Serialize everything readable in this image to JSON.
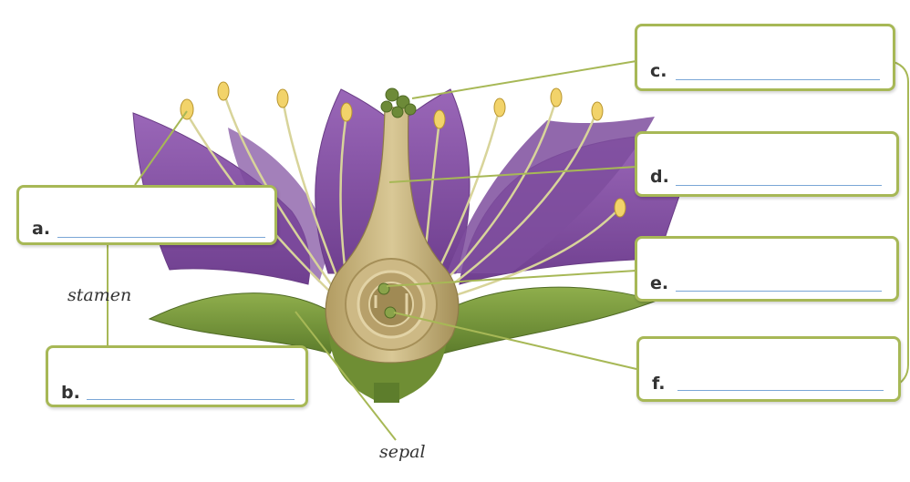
{
  "labels": [
    {
      "letter": "a."
    },
    {
      "letter": "b."
    },
    {
      "letter": "c."
    },
    {
      "letter": "d."
    },
    {
      "letter": "e."
    },
    {
      "letter": "f."
    }
  ],
  "captions": {
    "stamen": "stamen",
    "sepal": "sepal"
  },
  "colors": {
    "petal": "#8a55a8",
    "sepal": "#7a9a3e",
    "pistil": "#c8b482",
    "box_border": "#a7b856",
    "answer_line": "#7aa6d6"
  }
}
